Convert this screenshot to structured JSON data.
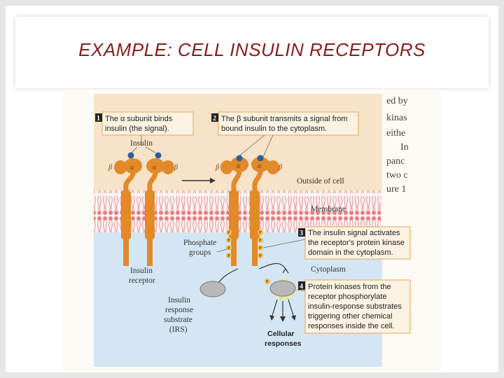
{
  "slide": {
    "title": "EXAMPLE: CELL INSULIN RECEPTORS"
  },
  "diagram": {
    "step1": {
      "num": "1",
      "line1": "The α subunit binds",
      "line2": "insulin (the signal)."
    },
    "step2": {
      "num": "2",
      "line1": "The β subunit transmits a signal from",
      "line2": "bound insulin to the cytoplasm."
    },
    "step3": {
      "num": "3",
      "line1": "The insulin signal activates",
      "line2": "the receptor's protein kinase",
      "line3": "domain in the cytoplasm."
    },
    "step4": {
      "num": "4",
      "line1": "Protein kinases from the",
      "line2": "receptor phosphorylate",
      "line3": "insulin-response substrates",
      "line4": "triggering other chemical",
      "line5": "responses inside the cell."
    },
    "labels": {
      "insulin": "Insulin",
      "outside": "Outside of cell",
      "membrane": "Membrane",
      "cytoplasm": "Cytoplasm",
      "phosphate1": "Phosphate",
      "phosphate2": "groups",
      "receptor1": "Insulin",
      "receptor2": "receptor",
      "irs1": "Insulin",
      "irs2": "response",
      "irs3": "substrate",
      "irs4": "(IRS)",
      "cellular1": "Cellular",
      "cellular2": "responses",
      "alpha": "α",
      "beta": "β",
      "p": "P"
    },
    "background_text": [
      "ed by",
      "kinas",
      "eithe",
      "In",
      "panc",
      "two c",
      "ure 1"
    ],
    "colors": {
      "outside": "#f7e3c8",
      "cytoplasm": "#d4e6f3",
      "membrane_red": "#d8474f",
      "receptor": "#e2892a",
      "insulin": "#2a5f9e",
      "caption_box": "#fbf2e3",
      "caption_border": "#e9a64a",
      "title": "#8a1c1c"
    }
  }
}
